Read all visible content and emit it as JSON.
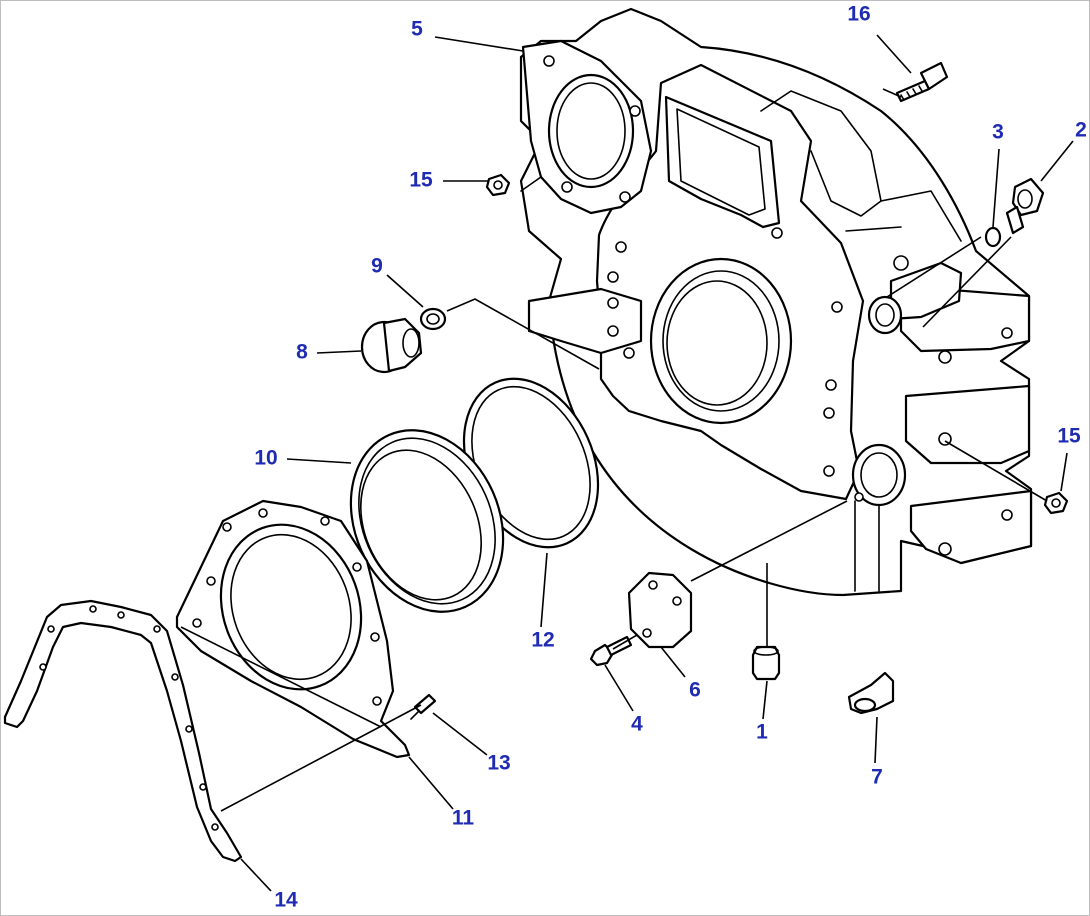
{
  "diagram": {
    "label_color": "#1f2bb3",
    "line_color": "#000000",
    "callouts": [
      {
        "id": "c16",
        "text": "16"
      },
      {
        "id": "c5",
        "text": "5"
      },
      {
        "id": "c3",
        "text": "3"
      },
      {
        "id": "c2",
        "text": "2"
      },
      {
        "id": "c15a",
        "text": "15"
      },
      {
        "id": "c9",
        "text": "9"
      },
      {
        "id": "c8",
        "text": "8"
      },
      {
        "id": "c10",
        "text": "10"
      },
      {
        "id": "c15b",
        "text": "15"
      },
      {
        "id": "c12",
        "text": "12"
      },
      {
        "id": "c6",
        "text": "6"
      },
      {
        "id": "c4",
        "text": "4"
      },
      {
        "id": "c1",
        "text": "1"
      },
      {
        "id": "c13",
        "text": "13"
      },
      {
        "id": "c7",
        "text": "7"
      },
      {
        "id": "c11",
        "text": "11"
      },
      {
        "id": "c14",
        "text": "14"
      }
    ]
  }
}
